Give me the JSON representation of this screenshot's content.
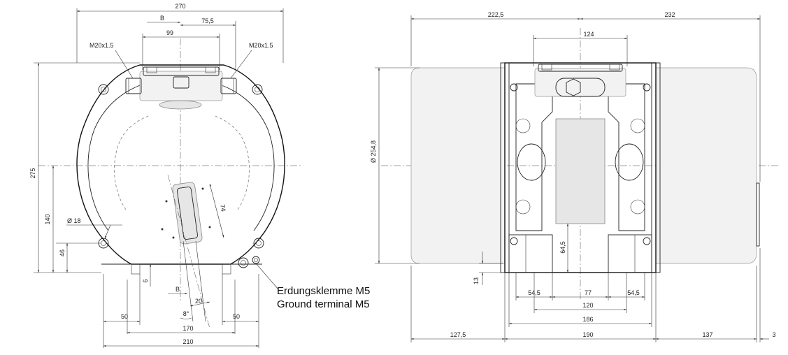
{
  "left_view": {
    "dims": {
      "overall_width": "270",
      "b_top": "B",
      "offset_75_5": "75,5",
      "width_99": "99",
      "thread_left": "M20x1.5",
      "thread_right": "M20x1.5",
      "height_275": "275",
      "height_140": "140",
      "height_46": "46",
      "hole_18": "Ø 18",
      "slot_74": "74",
      "dim_6": "6",
      "b_bottom": "B",
      "dim_20": "20",
      "angle_8": "8°",
      "dim_50_left": "50",
      "dim_50_right": "50",
      "dim_170": "170",
      "dim_210": "210"
    },
    "ground_terminal_de": "Erdungsklemme M5",
    "ground_terminal_en": "Ground terminal M5"
  },
  "right_view": {
    "dims": {
      "dim_222_5": "222,5",
      "dim_232": "232",
      "dim_124": "124",
      "diameter_254_8": "Ø 254,8",
      "dim_64_5": "64,5",
      "dim_13": "13",
      "dim_54_5_left": "54,5",
      "dim_77": "77",
      "dim_54_5_right": "54,5",
      "dim_120": "120",
      "dim_186": "186",
      "dim_127_5": "127,5",
      "dim_190": "190",
      "dim_137": "137",
      "dim_3": "3"
    }
  }
}
